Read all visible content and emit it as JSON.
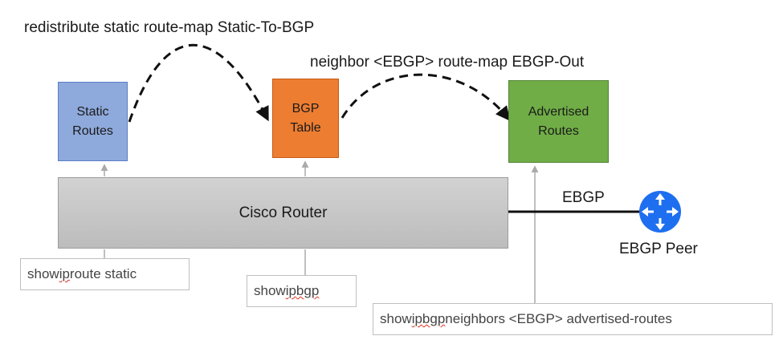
{
  "labels": {
    "redistribute": "redistribute static route-map Static-To-BGP",
    "neighbor": "neighbor <EBGP> route-map EBGP-Out",
    "ebgp_link": "EBGP",
    "ebgp_peer": "EBGP Peer"
  },
  "boxes": {
    "static": {
      "line1": "Static",
      "line2": "Routes",
      "color": "#8ea9db"
    },
    "bgp": {
      "line1": "BGP",
      "line2": "Table",
      "color": "#ed7d31"
    },
    "advertised": {
      "line1": "Advertised",
      "line2": "Routes",
      "color": "#70ad47"
    },
    "router": {
      "label": "Cisco Router"
    }
  },
  "commands": {
    "static": {
      "pre": "show ",
      "ip": "ip",
      "post": " route static"
    },
    "bgp": {
      "pre": "show ",
      "ip": "ip",
      "mid": " ",
      "bgp": "bgp"
    },
    "adv": {
      "pre": "show ",
      "ip": "ip",
      "mid": " ",
      "bgp": "bgp",
      "post": " neighbors <EBGP> advertised-routes"
    }
  },
  "peer_icon": {
    "icon": "router-icon",
    "color": "#1e6ff0"
  }
}
